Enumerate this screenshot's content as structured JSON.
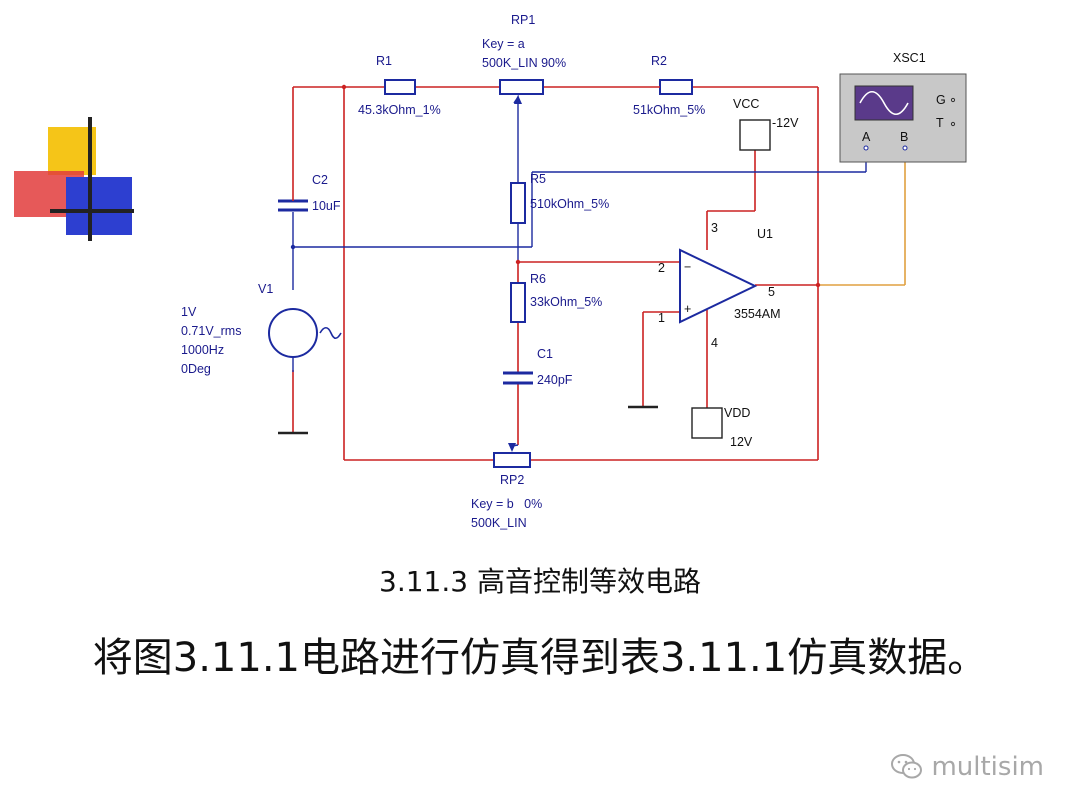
{
  "circuit": {
    "r1": {
      "ref": "R1",
      "value": "45.3kOhm_1%"
    },
    "rp1": {
      "ref": "RP1",
      "key": "Key = a",
      "value": "500K_LIN 90%"
    },
    "r2": {
      "ref": "R2",
      "value": "51kOhm_5%"
    },
    "vcc": {
      "ref": "VCC",
      "value": "-12V"
    },
    "xsc1": {
      "ref": "XSC1",
      "g": "G",
      "t": "T",
      "a": "A",
      "b": "B"
    },
    "c2": {
      "ref": "C2",
      "value": "10uF"
    },
    "r5": {
      "ref": "R5",
      "value": "510kOhm_5%"
    },
    "v1": {
      "ref": "V1",
      "amplitude": "1V",
      "rms": "0.71V_rms",
      "freq": "1000Hz",
      "phase": "0Deg"
    },
    "r6": {
      "ref": "R6",
      "value": "33kOhm_5%"
    },
    "c1": {
      "ref": "C1",
      "value": "240pF"
    },
    "u1": {
      "ref": "U1",
      "part": "3554AM",
      "pin2": "2",
      "pin1": "1",
      "pin3": "3",
      "pin4": "4",
      "pin5": "5"
    },
    "vdd": {
      "ref": "VDD",
      "value": "12V"
    },
    "rp2": {
      "ref": "RP2",
      "key": "Key = b   0%",
      "value": "500K_LIN"
    }
  },
  "captions": {
    "figure": "3.11.3 高音控制等效电路",
    "text": "将图3.11.1电路进行仿真得到表3.11.1仿真数据。"
  },
  "watermark": {
    "text": "multisim"
  },
  "colors": {
    "wire_red": "#cc2222",
    "wire_blue": "#1c2aa0",
    "wire_orange": "#e0a040",
    "component": "#1c2aa0"
  }
}
